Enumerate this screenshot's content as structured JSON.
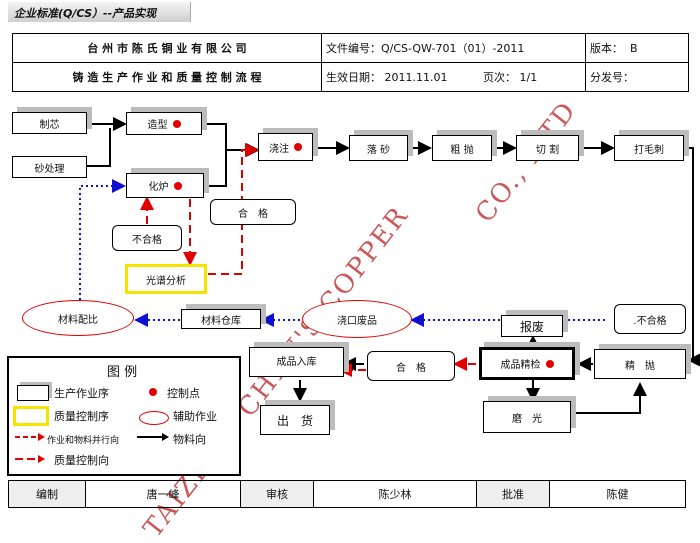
{
  "top_label": "企业标准(Q/CS）--产品实现",
  "header": {
    "company": "台 州 市 陈 氏 铜 业 有 限 公 司",
    "doc_title": "铸 造 生 产 作 业 和 质 量 控 制 流 程",
    "doc_no_label": "文件编号：",
    "doc_no": "Q/CS-QW-701（01）-2011",
    "version_label": "版本：",
    "version": "B",
    "date_label": "生效日期：",
    "date": "2011.11.01",
    "page_label": "页次：",
    "page": "1/1",
    "dist_label": "分发号："
  },
  "flow": {
    "zhixin": "制芯",
    "shachuli": "砂处理",
    "zaoxing": "造型",
    "hualu": "化炉",
    "hege1": "合　格",
    "buhege1": "不合格",
    "guangpu": "光谱分析",
    "jiaozhu": "浇注",
    "luosha": "落 砂",
    "cupao": "粗 抛",
    "qiege": "切 割",
    "damaoci": "打毛刺",
    "cailiaopeibi": "材料配比",
    "cailiaocangku": "材料仓库",
    "jiaokoufeipin": "浇口废品",
    "baofei": "报废",
    "buhege2": ".不合格",
    "chengpinruku": "成品入库",
    "hege2": "合　格",
    "chengpinjingjian": "成品精检",
    "jingpao": "精　抛",
    "chuhuo": "出　货",
    "moguang": "磨　光"
  },
  "legend": {
    "title": "图 例",
    "item1": "生产作业序",
    "item2": "控制点",
    "item3": "质量控制序",
    "item4": "辅助作业",
    "item5": "作业和物料并行向",
    "item6": "物料向",
    "item7": "质量控制向"
  },
  "footer": {
    "bianzhi_label": "编制",
    "bianzhi": "唐一峰",
    "shenhe_label": "审核",
    "shenhe": "陈少林",
    "pizhun_label": "批准",
    "pizhun": "陈健"
  },
  "watermark": {
    "lower": "TAIZHOU CHEN'S COPPER",
    "upper": "CO., L'TD"
  },
  "colors": {
    "control_red": "#e00000",
    "aux_blue": "#1010d0",
    "quality_yellow": "#f5e400"
  }
}
